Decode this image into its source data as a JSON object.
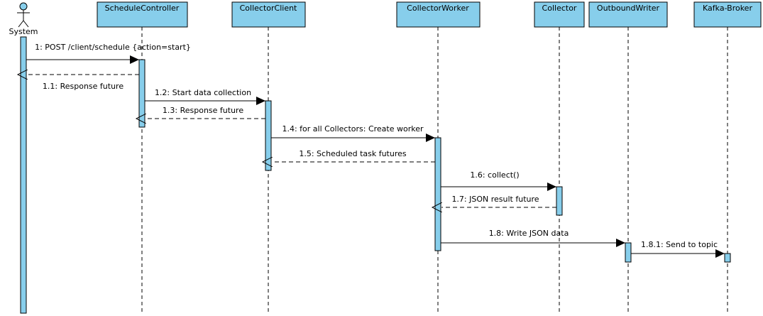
{
  "diagram": {
    "type": "sequence",
    "actor": {
      "name": "System",
      "icon": "stick-figure-actor-icon"
    },
    "participants": [
      {
        "id": "schedule-controller",
        "name": "ScheduleController"
      },
      {
        "id": "collector-client",
        "name": "CollectorClient"
      },
      {
        "id": "collector-worker",
        "name": "CollectorWorker"
      },
      {
        "id": "collector",
        "name": "Collector"
      },
      {
        "id": "outbound-writer",
        "name": "OutboundWriter"
      },
      {
        "id": "kafka-broker",
        "name": "Kafka-Broker"
      }
    ],
    "messages": [
      {
        "id": "m1",
        "label": "1: POST /client/schedule {action=start}",
        "from": "system",
        "to": "schedule-controller",
        "kind": "sync"
      },
      {
        "id": "m1_1",
        "label": "1.1: Response future",
        "from": "schedule-controller",
        "to": "system",
        "kind": "return"
      },
      {
        "id": "m1_2",
        "label": "1.2: Start data collection",
        "from": "schedule-controller",
        "to": "collector-client",
        "kind": "sync"
      },
      {
        "id": "m1_3",
        "label": "1.3: Response future",
        "from": "collector-client",
        "to": "schedule-controller",
        "kind": "return"
      },
      {
        "id": "m1_4",
        "label": "1.4: for all Collectors: Create worker",
        "from": "collector-client",
        "to": "collector-worker",
        "kind": "sync"
      },
      {
        "id": "m1_5",
        "label": "1.5: Scheduled task futures",
        "from": "collector-worker",
        "to": "collector-client",
        "kind": "return"
      },
      {
        "id": "m1_6",
        "label": "1.6: collect()",
        "from": "collector-worker",
        "to": "collector",
        "kind": "sync"
      },
      {
        "id": "m1_7",
        "label": "1.7: JSON result future",
        "from": "collector",
        "to": "collector-worker",
        "kind": "return"
      },
      {
        "id": "m1_8",
        "label": "1.8: Write JSON data",
        "from": "collector-worker",
        "to": "outbound-writer",
        "kind": "sync"
      },
      {
        "id": "m1_8_1",
        "label": "1.8.1: Send to topic",
        "from": "outbound-writer",
        "to": "kafka-broker",
        "kind": "sync"
      }
    ],
    "colors": {
      "fill": "#87ceeb",
      "stroke": "#000000",
      "background": "#ffffff"
    }
  }
}
